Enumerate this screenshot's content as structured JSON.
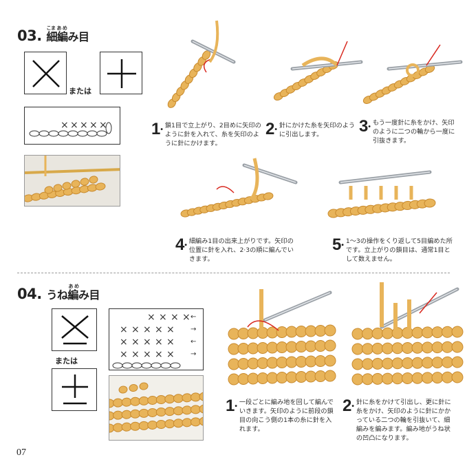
{
  "sec03": {
    "number": "03.",
    "title": "細編み目",
    "ruby": "こま あ め",
    "or_label": "または",
    "steps": [
      {
        "num": "1",
        "text": "鎖1目で立上がり、2目めに矢印のように針を入れて、糸を矢印のように針にかけます。"
      },
      {
        "num": "2",
        "text": "針にかけた糸を矢印のように引出します。"
      },
      {
        "num": "3",
        "text": "もう一度針に糸をかけ、矢印のように二つの輪から一度に引抜きます。"
      },
      {
        "num": "4",
        "text": "細編み1目の出来上がりです。矢印の位置に針を入れ、2·3の順に編んでいきます。"
      },
      {
        "num": "5",
        "text": "1〜3の操作をくり返して5目編めた所です。立上がりの鎖目は、通常1目として数えません。"
      }
    ]
  },
  "sec04": {
    "number": "04.",
    "title": "うね編み目",
    "ruby": "あ め",
    "or_label": "または",
    "steps": [
      {
        "num": "1",
        "text": "一段ごとに編み地を回して編んでいきます。矢印のように前段の鎖目の向こう側の1本の糸に針を入れます。"
      },
      {
        "num": "2",
        "text": "針に糸をかけて引出し、更に針に糸をかけ、矢印のように針にかかっている二つの輪を引抜いて、細編みを編みます。編み地がうね状の凹凸になります。"
      }
    ]
  },
  "page_number": "07",
  "colors": {
    "yarn": "#e8b45a",
    "yarn_dark": "#c88a2e",
    "arrow": "#d8261d",
    "hook": "#9aa0a6"
  }
}
